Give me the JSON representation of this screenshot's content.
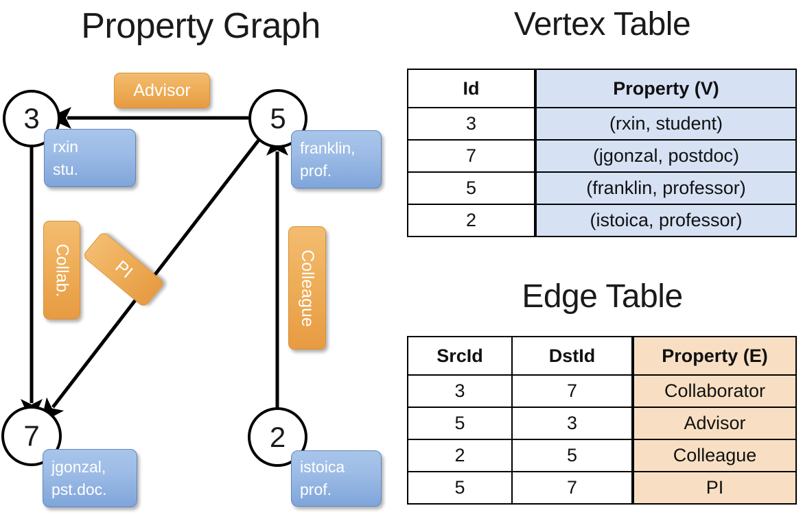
{
  "titles": {
    "property_graph": "Property Graph",
    "vertex_table": "Vertex Table",
    "edge_table": "Edge Table"
  },
  "graph": {
    "nodes": [
      {
        "id": "3",
        "label": "3",
        "property_lines": [
          "rxin",
          "stu."
        ]
      },
      {
        "id": "5",
        "label": "5",
        "property_lines": [
          "franklin,",
          "prof."
        ]
      },
      {
        "id": "7",
        "label": "7",
        "property_lines": [
          "jgonzal,",
          "pst.doc."
        ]
      },
      {
        "id": "2",
        "label": "2",
        "property_lines": [
          "istoica",
          "prof."
        ]
      }
    ],
    "edge_labels": [
      {
        "name": "advisor",
        "text": "Advisor"
      },
      {
        "name": "collab",
        "text": "Collab."
      },
      {
        "name": "pi",
        "text": "PI"
      },
      {
        "name": "colleague",
        "text": "Colleague"
      }
    ],
    "edges": [
      {
        "src": "5",
        "dst": "3",
        "label": "Advisor"
      },
      {
        "src": "3",
        "dst": "7",
        "label": "Collab."
      },
      {
        "src": "5",
        "dst": "7",
        "label": "PI"
      },
      {
        "src": "2",
        "dst": "5",
        "label": "Colleague"
      }
    ]
  },
  "vertex_table": {
    "headers": [
      "Id",
      "Property (V)"
    ],
    "rows": [
      {
        "id": "3",
        "property": "(rxin, student)"
      },
      {
        "id": "7",
        "property": "(jgonzal, postdoc)"
      },
      {
        "id": "5",
        "property": "(franklin, professor)"
      },
      {
        "id": "2",
        "property": "(istoica, professor)"
      }
    ]
  },
  "edge_table": {
    "headers": [
      "SrcId",
      "DstId",
      "Property (E)"
    ],
    "rows": [
      {
        "src": "3",
        "dst": "7",
        "property": "Collaborator"
      },
      {
        "src": "5",
        "dst": "3",
        "property": "Advisor"
      },
      {
        "src": "2",
        "dst": "5",
        "property": "Colleague"
      },
      {
        "src": "5",
        "dst": "7",
        "property": "PI"
      }
    ]
  },
  "colors": {
    "vertex_property_fill": "#d6e1f4",
    "edge_property_fill": "#f8dfc3",
    "node_box_blue": "#7fa5da",
    "edge_label_orange": "#eeae59"
  }
}
